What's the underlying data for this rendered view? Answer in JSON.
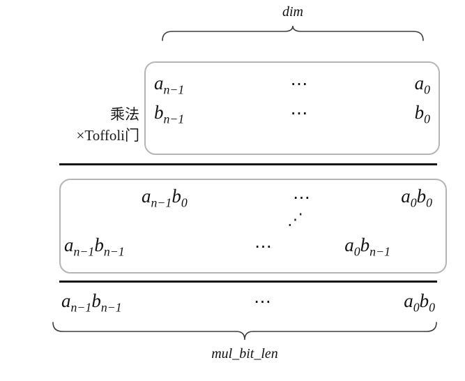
{
  "diagram": {
    "top_brace_label": "dim",
    "bottom_brace_label": "mul_bit_len",
    "side_label_line1": "乘法",
    "side_label_line2": "×Toffoli门",
    "ellipsis_h": "⋯",
    "ellipsis_diag": "⋰"
  },
  "operands": {
    "a_high": {
      "base": "a",
      "sub": "n−1"
    },
    "a_low": {
      "base": "a",
      "sub": "0"
    },
    "b_high": {
      "base": "b",
      "sub": "n−1"
    },
    "b_low": {
      "base": "b",
      "sub": "0"
    }
  },
  "partials": {
    "row_top_left": {
      "f1": "a",
      "s1": "n−1",
      "f2": "b",
      "s2": "0"
    },
    "row_top_right": {
      "f1": "a",
      "s1": "0",
      "f2": "b",
      "s2": "0"
    },
    "row_bot_left": {
      "f1": "a",
      "s1": "n−1",
      "f2": "b",
      "s2": "n−1"
    },
    "row_bot_right": {
      "f1": "a",
      "s1": "0",
      "f2": "b",
      "s2": "n−1"
    }
  },
  "result": {
    "left": {
      "f1": "a",
      "s1": "n−1",
      "f2": "b",
      "s2": "n−1"
    },
    "right": {
      "f1": "a",
      "s1": "0",
      "f2": "b",
      "s2": "0"
    }
  }
}
